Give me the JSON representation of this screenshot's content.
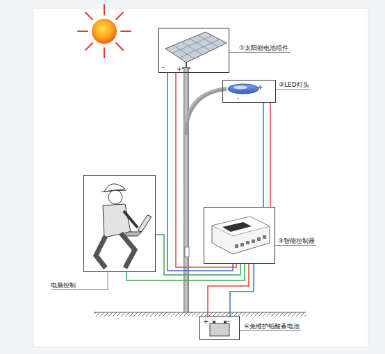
{
  "diagram": {
    "nodes": [
      {
        "text": [
          "①太阳能电池组件"
        ]
      },
      {
        "text": [
          "②LED灯头"
        ]
      },
      {
        "text": [
          "电脑控制"
        ]
      },
      {
        "text": [
          "③智能控制器"
        ]
      },
      {
        "text": [
          "④免维护铅酸蓄电池"
        ]
      }
    ],
    "edges": [
      {
        "from": 0,
        "to": 3,
        "arrow": "none"
      },
      {
        "from": 1,
        "to": 3,
        "arrow": "none"
      },
      {
        "from": 2,
        "to": 3,
        "arrow": "none"
      },
      {
        "from": 3,
        "to": 4,
        "arrow": "none"
      }
    ],
    "labels": [
      "-",
      "+",
      "-",
      "+",
      "+",
      "-"
    ]
  }
}
